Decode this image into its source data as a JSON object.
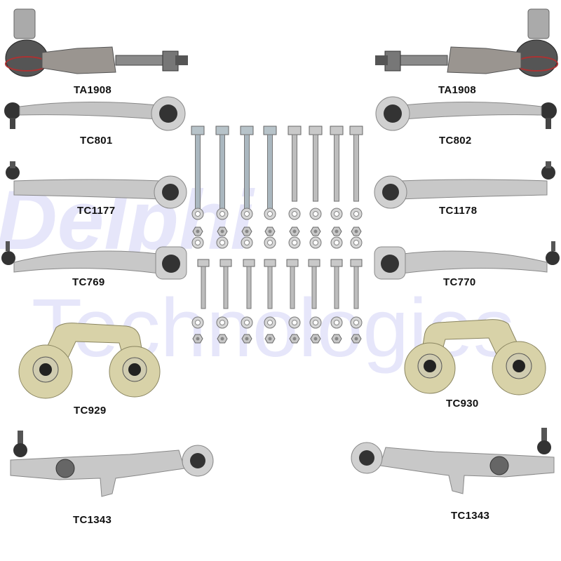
{
  "watermark": {
    "line1": "Delphi",
    "line2": "Technologies",
    "color": "#3b3bd9"
  },
  "parts": [
    {
      "id": "ta1908-left",
      "label": "TA1908",
      "icon": "tie-rod-end-icon"
    },
    {
      "id": "ta1908-right",
      "label": "TA1908",
      "icon": "tie-rod-end-icon"
    },
    {
      "id": "tc801",
      "label": "TC801",
      "icon": "control-arm-icon"
    },
    {
      "id": "tc802",
      "label": "TC802",
      "icon": "control-arm-icon"
    },
    {
      "id": "tc1177",
      "label": "TC1177",
      "icon": "control-arm-icon"
    },
    {
      "id": "tc1178",
      "label": "TC1178",
      "icon": "control-arm-icon"
    },
    {
      "id": "tc769",
      "label": "TC769",
      "icon": "control-arm-icon"
    },
    {
      "id": "tc770",
      "label": "TC770",
      "icon": "control-arm-icon"
    },
    {
      "id": "tc929",
      "label": "TC929",
      "icon": "stabilizer-link-icon"
    },
    {
      "id": "tc930",
      "label": "TC930",
      "icon": "stabilizer-link-icon"
    },
    {
      "id": "tc1343-left",
      "label": "TC1343",
      "icon": "lower-wishbone-icon"
    },
    {
      "id": "tc1343-right",
      "label": "TC1343",
      "icon": "lower-wishbone-icon"
    }
  ],
  "colors": {
    "metal": "#c8c8c8",
    "metal_dark": "#8e8e8e",
    "bushing": "#3a3a3a",
    "link_body": "#d8d2a8"
  }
}
